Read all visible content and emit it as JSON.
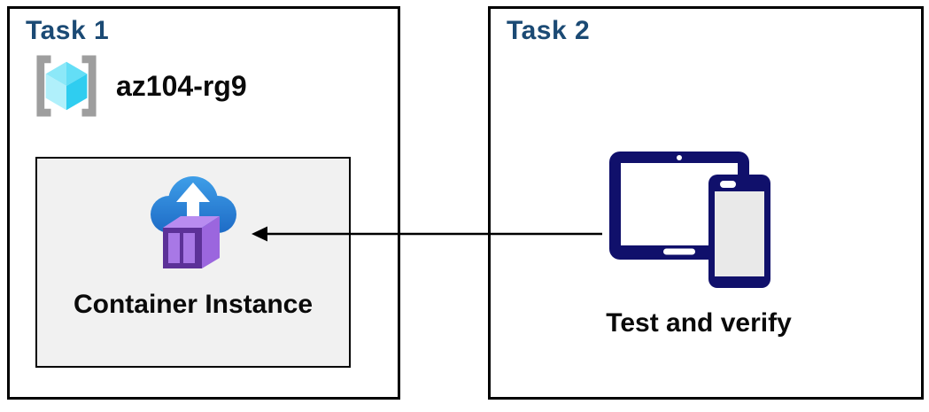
{
  "task1": {
    "title": "Task 1",
    "resource_group_name": "az104-rg9",
    "container_instance_label": "Container Instance"
  },
  "task2": {
    "title": "Task 2",
    "caption": "Test and verify"
  },
  "icons": {
    "resource_group": "resource-group-icon",
    "container_instance": "container-instance-icon",
    "devices": "tablet-and-phone-icon"
  },
  "arrow": {
    "direction": "right-to-left",
    "from": "tablet-and-phone-icon",
    "to": "container-instance-box"
  },
  "colors": {
    "title-blue": "#1B4A74",
    "text-black": "#0A0A0A",
    "border-black": "#000000",
    "ci-box-fill": "#F1F1F1",
    "device-navy": "#10106B",
    "phone-screen-gray": "#E9E9E9",
    "cloud-blue-top": "#3E9EE8",
    "cloud-blue-bottom": "#1E6BC6",
    "container-purple-front": "#5C3198",
    "container-purple-panel": "#A878E6",
    "container-purple-top": "#B88CF0",
    "container-purple-side": "#9B66DE",
    "cube-cyan-topleft": "#8CE8F8",
    "cube-cyan-topright": "#63DEF6",
    "cube-cyan-left": "#B0F0FB",
    "cube-cyan-right": "#2FCDF0",
    "bracket-gray": "#9E9E9E",
    "arrow-black": "#000000"
  }
}
